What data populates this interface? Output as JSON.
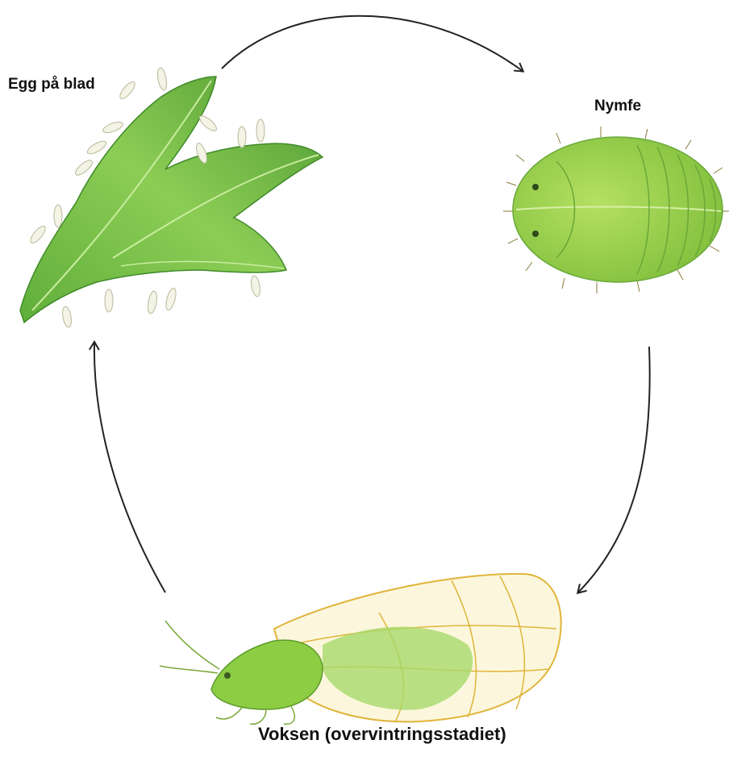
{
  "diagram": {
    "stages": [
      {
        "id": "egg",
        "label": "Egg på blad"
      },
      {
        "id": "nymph",
        "label": "Nymfe"
      },
      {
        "id": "adult",
        "label": "Voksen (overvintringsstadiet)"
      }
    ],
    "cycle_order": [
      "egg",
      "nymph",
      "adult",
      "egg"
    ]
  },
  "colors": {
    "leaf": "#7fc24a",
    "leaf_dark": "#4f9a32",
    "nymph": "#9ad24a",
    "adult_body": "#8ccd44",
    "wing_vein": "#e0b43a",
    "arrow": "#222222"
  }
}
